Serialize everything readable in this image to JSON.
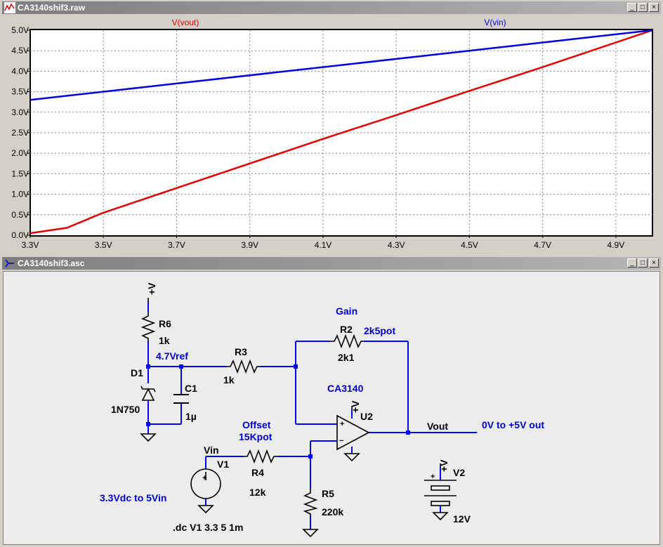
{
  "plot_window": {
    "title": "CA3140shif3.raw",
    "btn_minimize": "_",
    "btn_restore": "□",
    "btn_close": "×"
  },
  "schematic_window": {
    "title": "CA3140shif3.asc",
    "btn_minimize": "_",
    "btn_restore": "□",
    "btn_close": "×"
  },
  "chart_data": {
    "type": "line",
    "title": "",
    "xlabel": "",
    "ylabel": "",
    "xlim": [
      3.3,
      5.0
    ],
    "ylim": [
      0.0,
      5.0
    ],
    "grid": true,
    "x_ticks": [
      "3.3V",
      "3.5V",
      "3.7V",
      "3.9V",
      "4.1V",
      "4.3V",
      "4.5V",
      "4.7V",
      "4.9V"
    ],
    "y_ticks": [
      "0.0V",
      "0.5V",
      "1.0V",
      "1.5V",
      "2.0V",
      "2.5V",
      "3.0V",
      "3.5V",
      "4.0V",
      "4.5V",
      "5.0V"
    ],
    "x_tick_values": [
      3.3,
      3.5,
      3.7,
      3.9,
      4.1,
      4.3,
      4.5,
      4.7,
      4.9
    ],
    "y_tick_values": [
      0,
      0.5,
      1,
      1.5,
      2,
      2.5,
      3,
      3.5,
      4,
      4.5,
      5
    ],
    "series": [
      {
        "name": "V(vout)",
        "color": "#e00000",
        "x": [
          3.3,
          3.4,
          3.5,
          3.7,
          3.9,
          4.1,
          4.3,
          4.5,
          4.7,
          4.9,
          5.0
        ],
        "y": [
          0.05,
          0.18,
          0.55,
          1.15,
          1.75,
          2.35,
          2.93,
          3.52,
          4.1,
          4.7,
          5.0
        ]
      },
      {
        "name": "V(vin)",
        "color": "#0000e0",
        "x": [
          3.3,
          5.0
        ],
        "y": [
          3.3,
          5.0
        ]
      }
    ]
  },
  "schematic": {
    "labels": {
      "vplus_r6": "+V",
      "r6": "R6",
      "r6_val": "1k",
      "ref_net": "4.7Vref",
      "d1": "D1",
      "d1_val": "1N750",
      "c1": "C1",
      "c1_val": "1µ",
      "r3": "R3",
      "r3_val": "1k",
      "gain": "Gain",
      "r2": "R2",
      "r2_pot": "2k5pot",
      "r2_val": "2k1",
      "opamp_model": "CA3140",
      "vplus_u2": "+V",
      "u2": "U2",
      "vout_net": "Vout",
      "out_desc": "0V to +5V out",
      "offset": "Offset",
      "offset_pot": "15Kpot",
      "vin_net": "Vin",
      "v1": "V1",
      "r4": "R4",
      "r4_val": "12k",
      "r5": "R5",
      "r5_val": "220k",
      "v1_desc": "3.3Vdc to 5Vin",
      "directive": ".dc V1 3.3 5 1m",
      "vplus_v2": "+V",
      "v2": "V2",
      "v2_val": "12V",
      "plus": "+",
      "minus": "−"
    },
    "colors": {
      "wire": "#0000ff",
      "symbol": "#000000",
      "annot": "#0000cc",
      "junction": "#0000ff"
    }
  }
}
